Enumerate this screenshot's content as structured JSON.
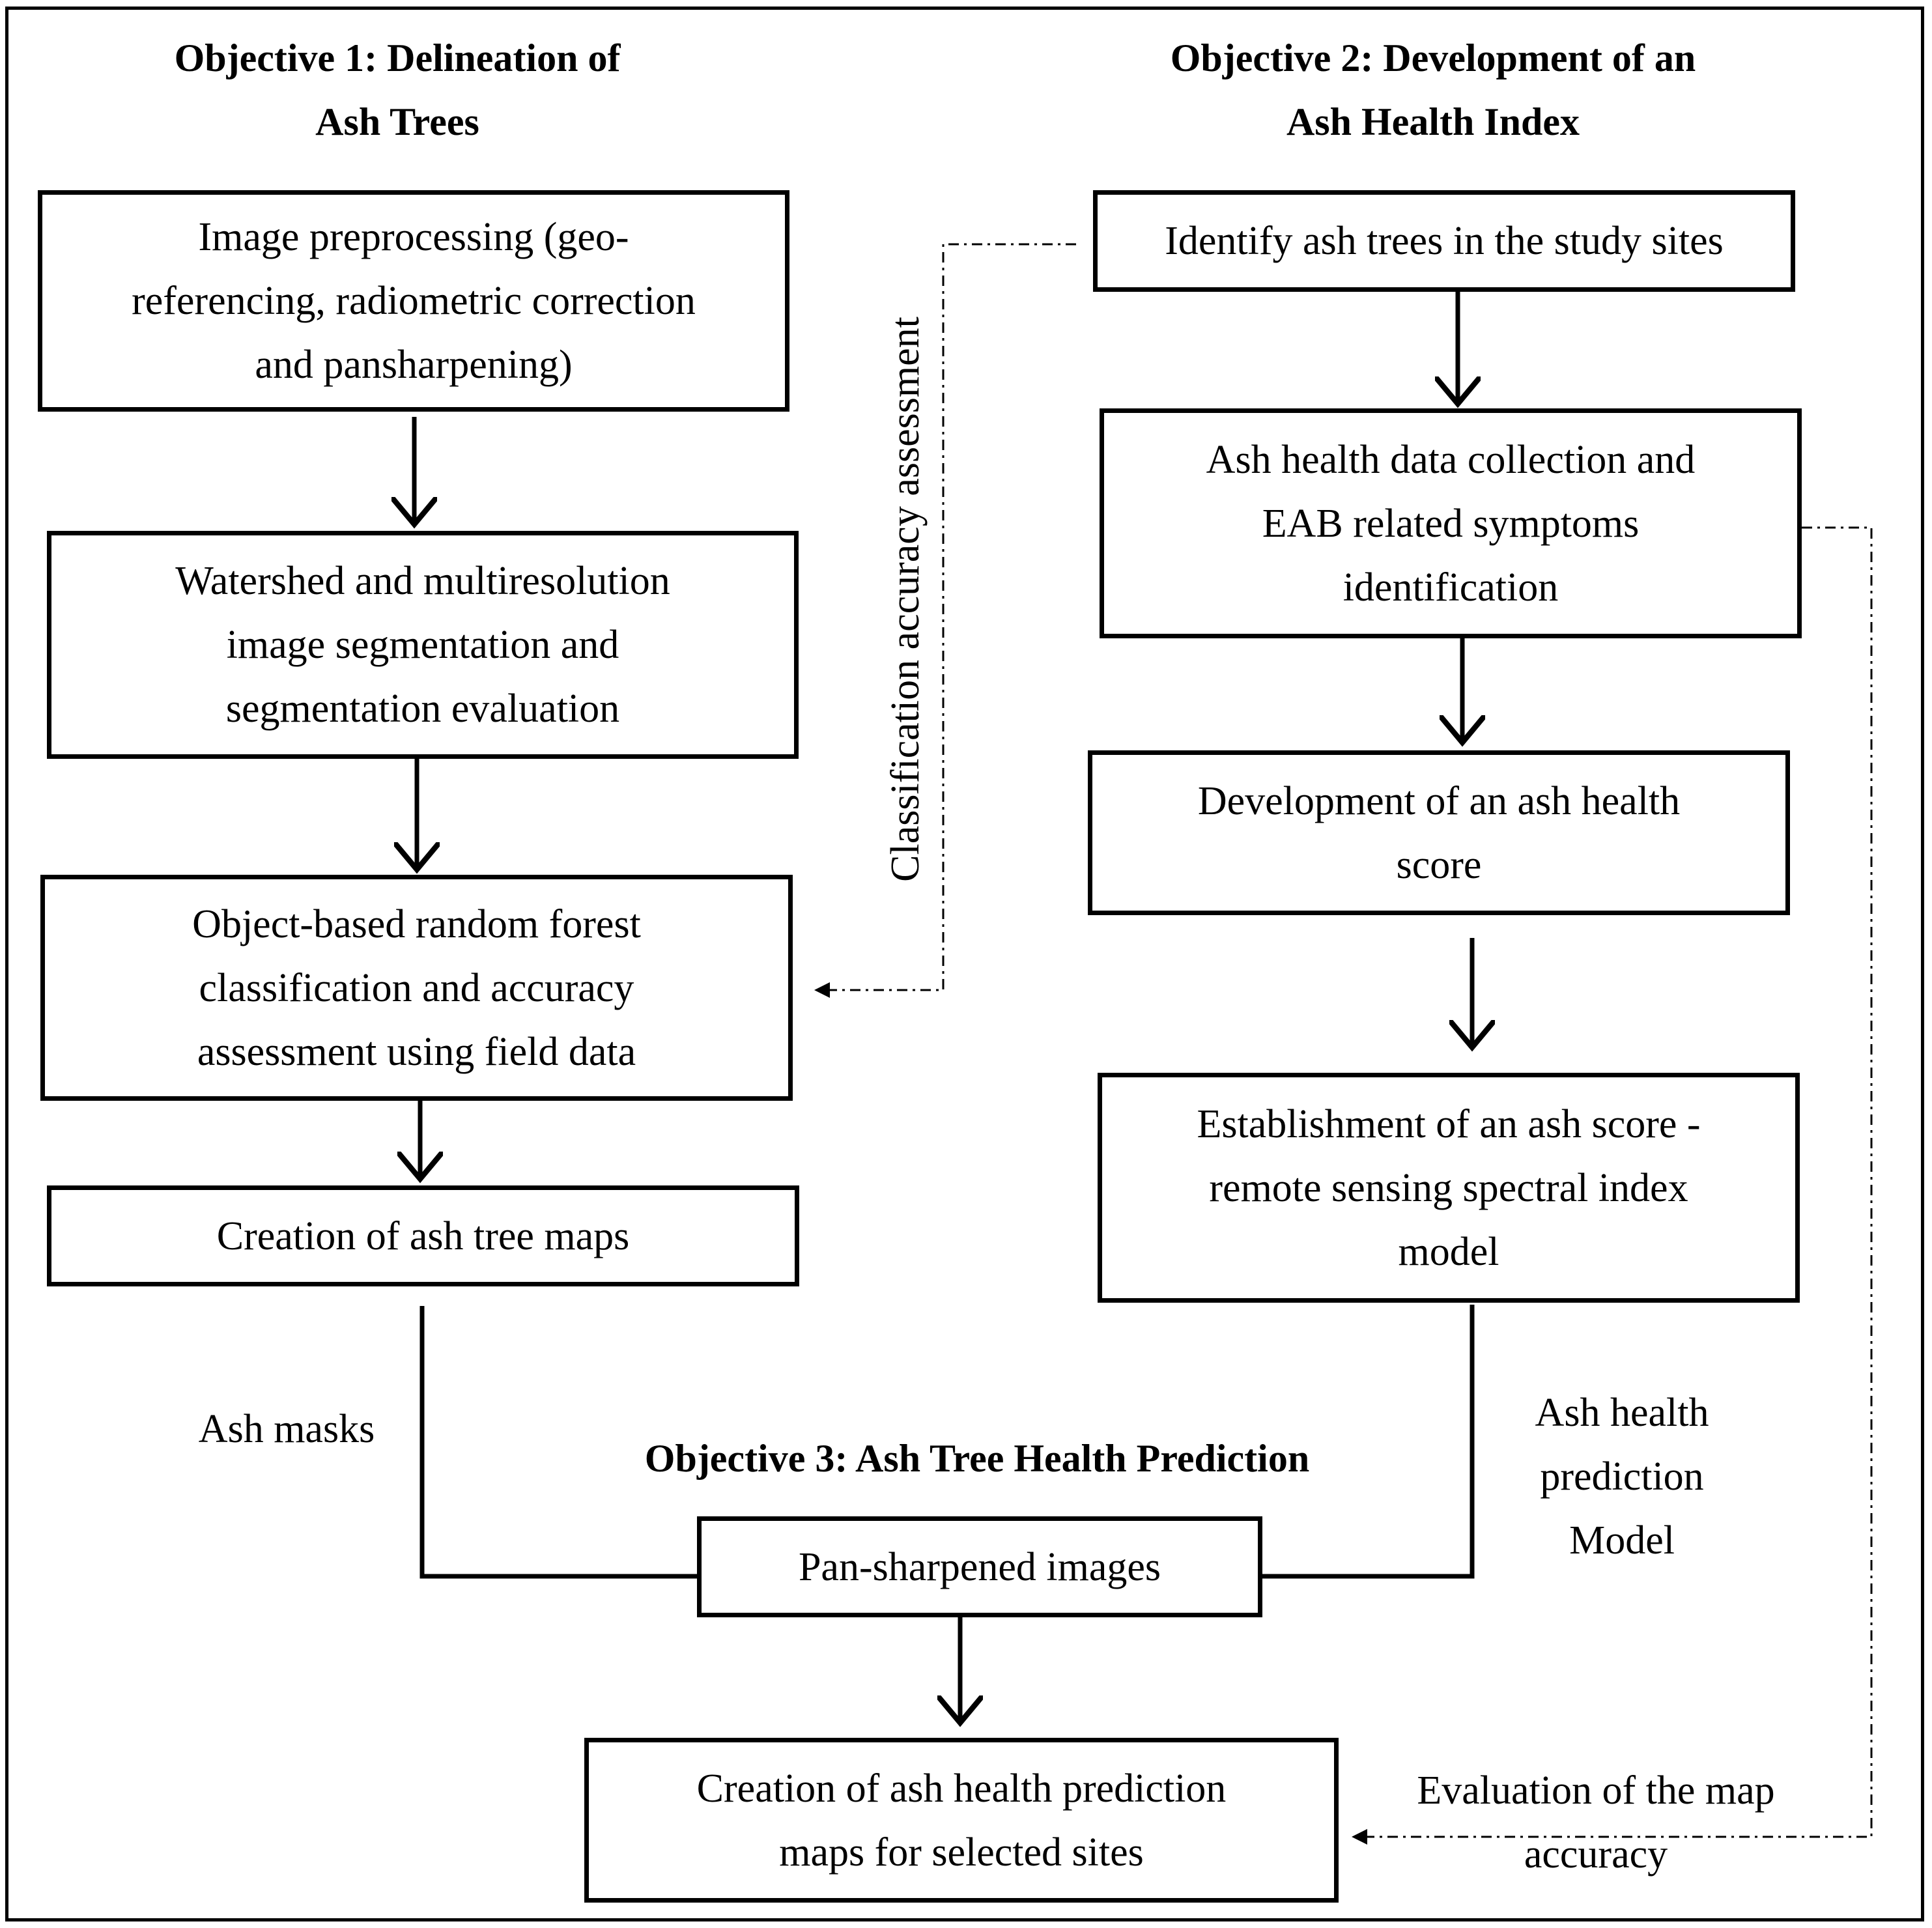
{
  "objectives": {
    "obj1_title": [
      "Objective 1: Delineation of",
      "Ash Trees"
    ],
    "obj2_title": [
      "Objective 2:  Development of an",
      "Ash Health Index"
    ],
    "obj3_title": "Objective 3: Ash Tree Health Prediction"
  },
  "obj1_steps": {
    "preprocessing": [
      "Image preprocessing (geo-",
      "referencing, radiometric correction",
      "and pansharpening)"
    ],
    "segmentation": [
      "Watershed and multiresolution",
      "image segmentation and",
      "segmentation evaluation"
    ],
    "classification": [
      "Object-based random forest",
      "classification and accuracy",
      "assessment using field data"
    ],
    "ash_maps": [
      "Creation of ash tree maps"
    ]
  },
  "obj2_steps": {
    "identify": [
      "Identify ash trees in the study sites"
    ],
    "data_collection": [
      "Ash health data collection and",
      "EAB related symptoms",
      "identification"
    ],
    "health_score": [
      "Development of an ash health",
      "score"
    ],
    "score_model": [
      "Establishment of an ash score -",
      "remote sensing spectral index",
      "model"
    ]
  },
  "obj3_steps": {
    "pan_images": [
      "Pan-sharpened images"
    ],
    "prediction_maps": [
      "Creation of ash health prediction",
      "maps for selected sites"
    ]
  },
  "edge_labels": {
    "ash_masks": "Ash masks",
    "prediction_model": [
      "Ash health",
      "prediction",
      "Model"
    ],
    "classification_accuracy": "Classification accuracy assessment",
    "map_accuracy": [
      "Evaluation of the map",
      "accuracy"
    ]
  }
}
